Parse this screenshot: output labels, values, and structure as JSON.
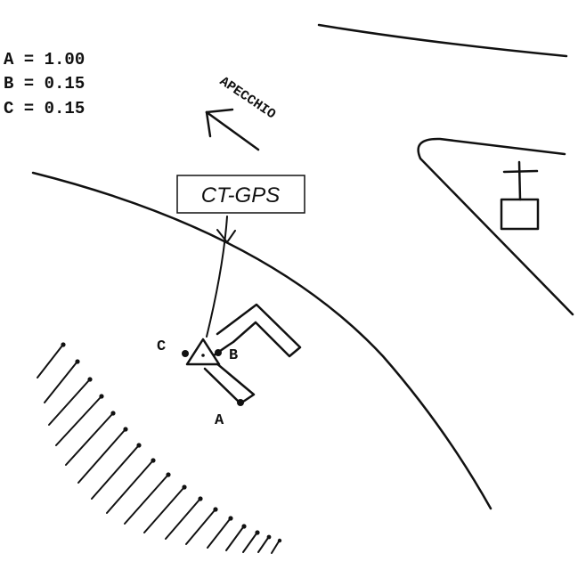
{
  "legend": [
    {
      "key": "A",
      "value": "1.00"
    },
    {
      "key": "B",
      "value": "0.15"
    },
    {
      "key": "C",
      "value": "0.15"
    }
  ],
  "direction_label": "APECCHIO",
  "station_label": "CT-GPS",
  "points": {
    "a": "A",
    "b": "B",
    "c": "C"
  },
  "colors": {
    "ink": "#111111",
    "background": "#ffffff"
  },
  "icons": [
    "direction-arrow-icon",
    "station-triangle-icon",
    "church-cross-icon"
  ]
}
